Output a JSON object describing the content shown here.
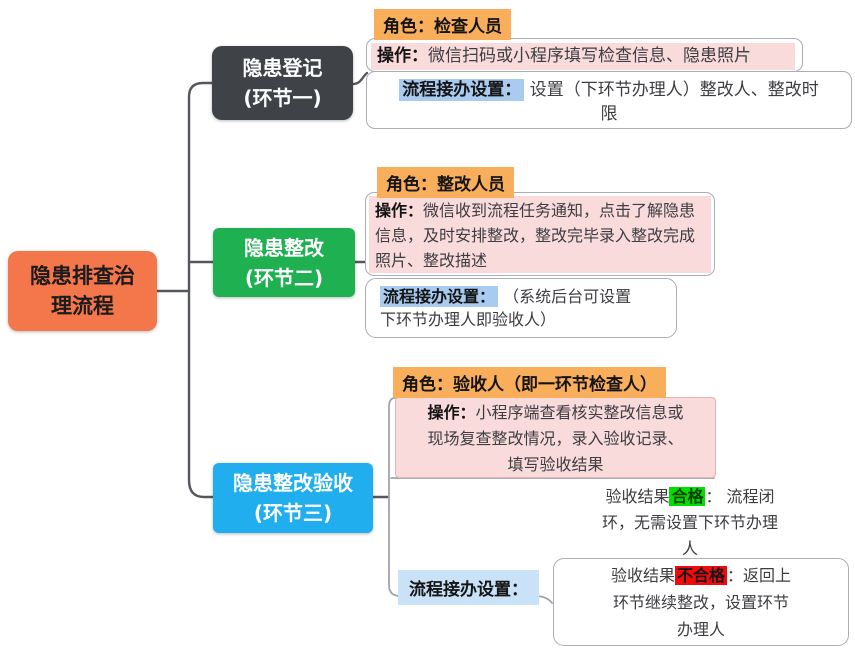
{
  "title": "隐患排查治理流程图",
  "colors": {
    "root_orange": "#f4774b",
    "step1_dark": "#3f4347",
    "step2_green": "#1fb052",
    "step3_blue": "#20aeee",
    "role_chip_orange": "#f9ae5b",
    "operation_pink": "#f9dbdc",
    "handover_blue": "#a9cbef",
    "handover_blue_light": "#c9e2f8",
    "pass_green": "#00df00",
    "fail_red": "#f10a0a",
    "connector_gray": "#54585e",
    "box_border_gray": "#acadb5"
  },
  "root": {
    "line1": "隐患排查治",
    "line2": "理流程"
  },
  "branches": [
    {
      "node": {
        "line1": "隐患登记",
        "line2": "(环节一)"
      },
      "role": "角色：检查人员",
      "operation": {
        "label": "操作：",
        "text": "微信扫码或小程序填写检查信息、隐患照片"
      },
      "handover": {
        "label": "流程接办设置：",
        "line1": "设置（下环节办理人）整改人、整改时",
        "line2": "限"
      }
    },
    {
      "node": {
        "line1": "隐患整改",
        "line2": "(环节二)"
      },
      "role": "角色：整改人员",
      "operation": {
        "label": "操作：",
        "line1": "微信收到流程任务通知，点击了解隐患",
        "line2": "信息，及时安排整改，整改完毕录入整改完成",
        "line3": "照片、整改描述"
      },
      "handover": {
        "label": "流程接办设置：",
        "line1": "（系统后台可设置",
        "line2": "下环节办理人即验收人）"
      }
    },
    {
      "node": {
        "line1": "隐患整改验收",
        "line2": "(环节三)"
      },
      "role": "角色：验收人（即一环节检查人）",
      "operation": {
        "label": "操作：",
        "line1": "小程序端查看核实整改信息或",
        "line2": "现场复查整改情况，录入验收记录、",
        "line3": "填写验收结果"
      },
      "handover": {
        "label": "流程接办设置："
      },
      "outcomes": {
        "pass": {
          "prefix": "验收结果",
          "mark": "合格",
          "rest1": "： 流程闭",
          "line2": "环，无需设置下环节办理",
          "line3": "人"
        },
        "fail": {
          "prefix": "验收结果",
          "mark": "不合格",
          "rest1": "：返回上",
          "line2": "环节继续整改，设置环节",
          "line3": "办理人"
        }
      }
    }
  ]
}
